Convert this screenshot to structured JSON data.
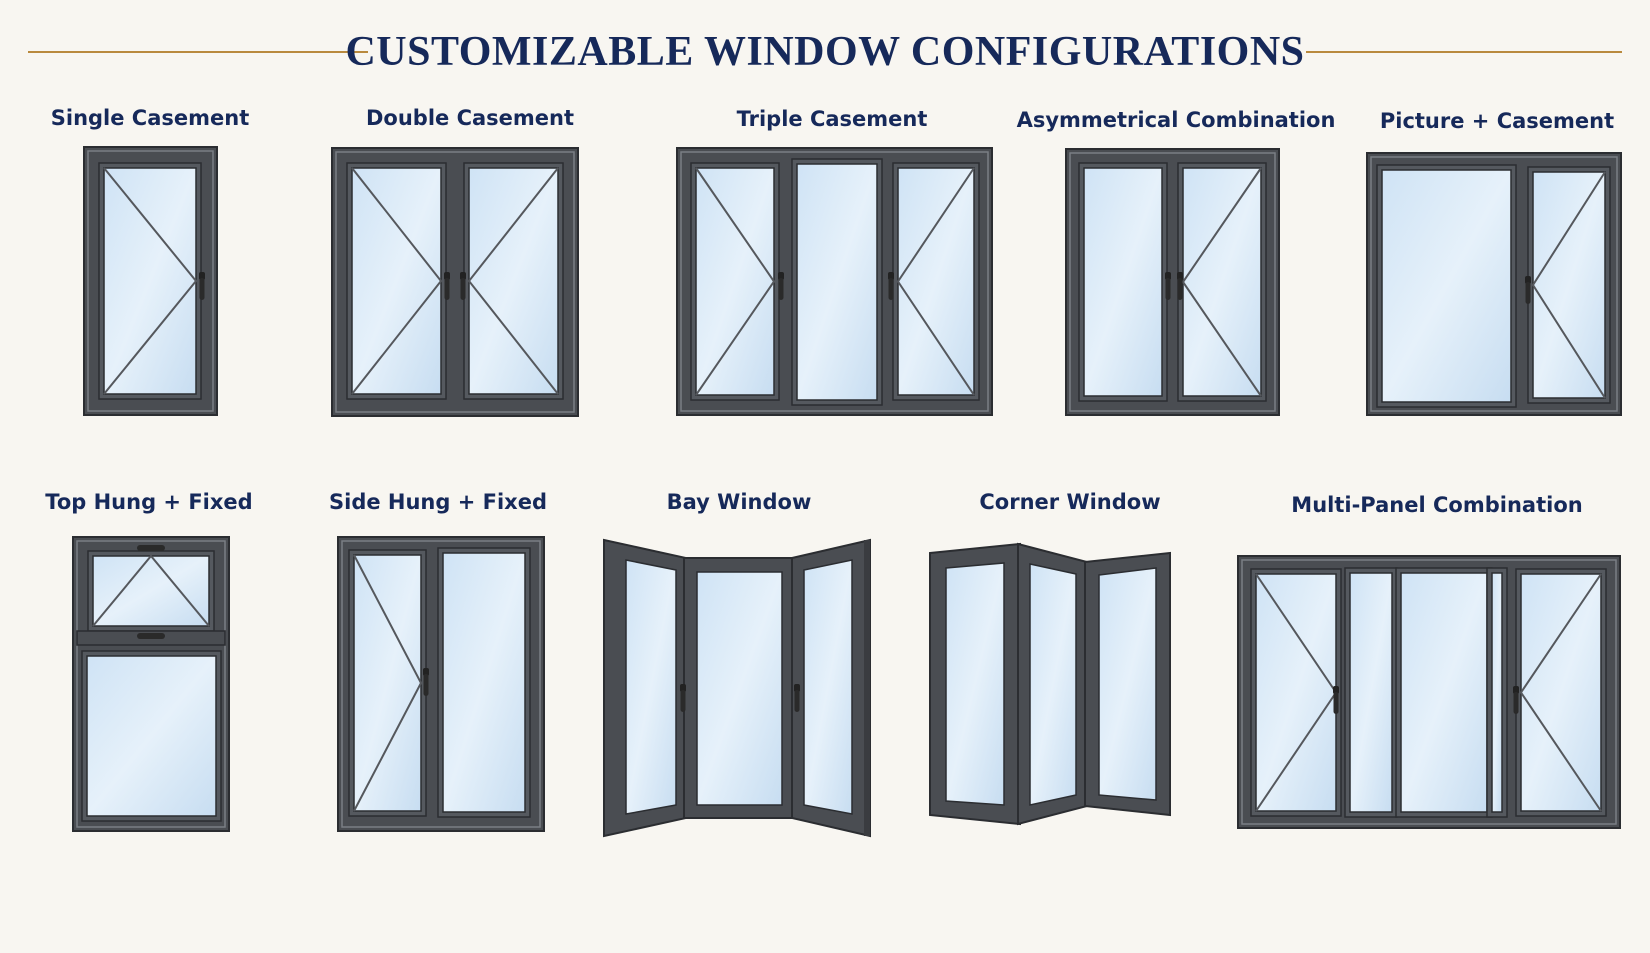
{
  "title": "CUSTOMIZABLE WINDOW CONFIGURATIONS",
  "colors": {
    "title": "#16295a",
    "accent_rule": "#b98a3e",
    "background": "#f8f6f1",
    "frame": "#4a4d52",
    "glass": "#d6e8f7"
  },
  "windows": [
    {
      "label": "Single Casement"
    },
    {
      "label": "Double Casement"
    },
    {
      "label": "Triple Casement"
    },
    {
      "label": "Asymmetrical Combination"
    },
    {
      "label": "Picture + Casement"
    },
    {
      "label": "Top Hung + Fixed"
    },
    {
      "label": "Side Hung + Fixed"
    },
    {
      "label": "Bay Window"
    },
    {
      "label": "Corner Window"
    },
    {
      "label": "Multi-Panel Combination"
    }
  ]
}
